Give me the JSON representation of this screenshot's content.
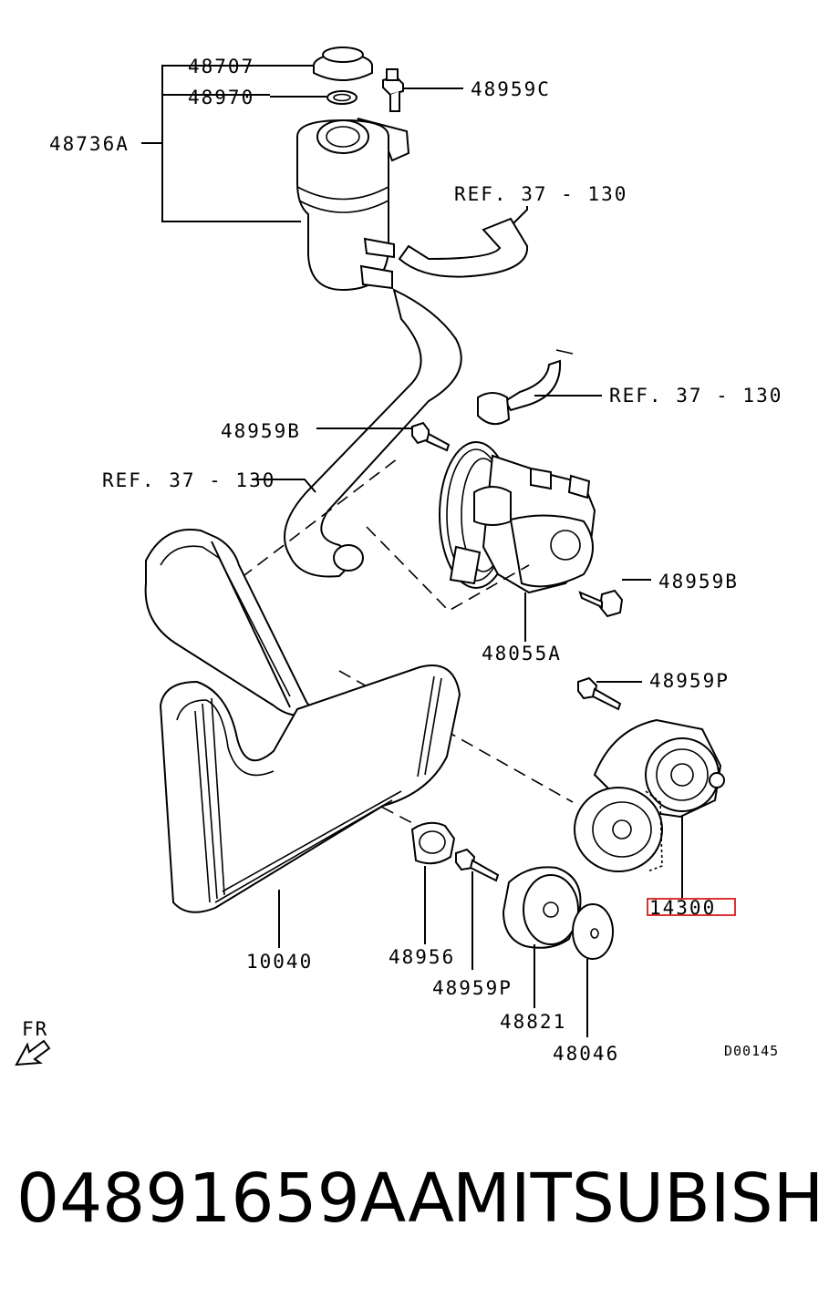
{
  "diagram": {
    "callouts": [
      {
        "id": "c48707",
        "text": "48707"
      },
      {
        "id": "c48970",
        "text": "48970"
      },
      {
        "id": "c48736A",
        "text": "48736A"
      },
      {
        "id": "c48959C",
        "text": "48959C"
      },
      {
        "id": "cref1",
        "text": "REF. 37 - 130"
      },
      {
        "id": "cref2",
        "text": "REF. 37 - 130"
      },
      {
        "id": "cref3",
        "text": "REF. 37 - 130"
      },
      {
        "id": "c48959B_1",
        "text": "48959B"
      },
      {
        "id": "c48959B_2",
        "text": "48959B"
      },
      {
        "id": "c48055A",
        "text": "48055A"
      },
      {
        "id": "c48959P_1",
        "text": "48959P"
      },
      {
        "id": "c14300",
        "text": "14300",
        "highlighted": true
      },
      {
        "id": "c10040",
        "text": "10040"
      },
      {
        "id": "c48956",
        "text": "48956"
      },
      {
        "id": "c48959P_2",
        "text": "48959P"
      },
      {
        "id": "c48821",
        "text": "48821"
      },
      {
        "id": "c48046",
        "text": "48046"
      }
    ],
    "direction_label": "FR",
    "drawing_code": "D00145",
    "highlight_color": "#e03030"
  },
  "footer": {
    "part_number": "04891659AA",
    "brand": "MITSUBISHI"
  }
}
